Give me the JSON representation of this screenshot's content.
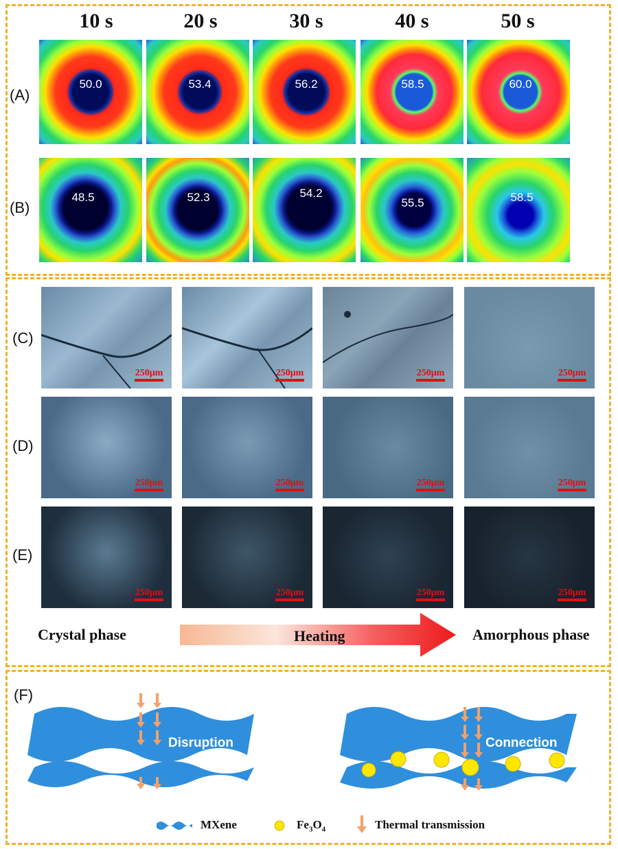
{
  "time_labels": [
    "10 s",
    "20 s",
    "30 s",
    "40 s",
    "50 s"
  ],
  "row_labels": {
    "A": "(A)",
    "B": "(B)",
    "C": "(C)",
    "D": "(D)",
    "E": "(E)",
    "F": "(F)"
  },
  "thermal_A": [
    "50.0",
    "53.4",
    "56.2",
    "58.5",
    "60.0"
  ],
  "thermal_B": [
    "48.5",
    "52.3",
    "54.2",
    "55.5",
    "58.5"
  ],
  "scale_bar": "250μm",
  "phase": {
    "crystal": "Crystal phase",
    "heating": "Heating",
    "amorphous": "Amorphous phase"
  },
  "schematic": {
    "left_label": "Disruption",
    "right_label": "Connection"
  },
  "legend": {
    "mxene": "MXene",
    "fe3o4_main": "Fe",
    "fe3o4_sub1": "3",
    "fe3o4_o": "O",
    "fe3o4_sub2": "4",
    "thermal": "Thermal transmission"
  },
  "colors": {
    "frame": "#f2b027",
    "scale": "#e01010",
    "mxene": "#2f8fdc",
    "fe3o4": "#ffe600",
    "arrow": "#f4a06a"
  }
}
